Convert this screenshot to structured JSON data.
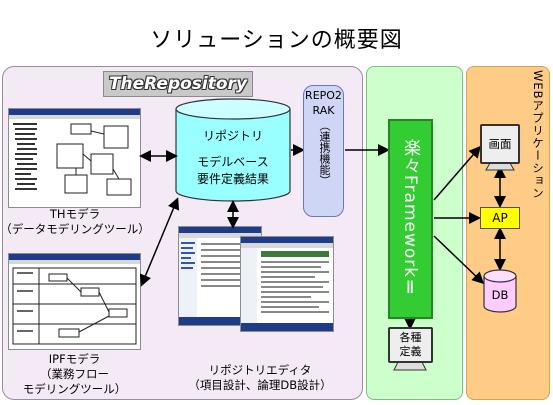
{
  "title": "ソリューションの概要図",
  "repository_panel": {
    "logo": "TheRepository",
    "db_label": "リポジトリ",
    "db_sub1": "モデルベース",
    "db_sub2": "要件定義結果",
    "th_modeler_line1": "THモデラ",
    "th_modeler_line2": "（データモデリングツール）",
    "ipf_modeler_line1": "IPFモデラ",
    "ipf_modeler_line2": "（業務フロー",
    "ipf_modeler_line3": "モデリングツール）",
    "editor_line1": "リポジトリエディタ",
    "editor_line2": "（項目設計、論理DB設計）"
  },
  "repo2rak": {
    "line1": "REPO2",
    "line2": "RAK",
    "vertical": "（連携機能）"
  },
  "framework": {
    "label": "楽々FrameworkⅡ",
    "monitor_line1": "各種",
    "monitor_line2": "定義"
  },
  "web_app": {
    "label": "WEBアプリケーション",
    "screen": "画面",
    "ap": "AP",
    "db": "DB"
  },
  "colors": {
    "repo_panel": "#f4eaf6",
    "framework_panel": "#ccffcc",
    "framework_bar": "#33cc33",
    "web_panel": "#ffcc88",
    "db_cylinder": "#99ffff",
    "repo2rak_box": "#cfd5f5",
    "ap_box": "#ffff00"
  }
}
